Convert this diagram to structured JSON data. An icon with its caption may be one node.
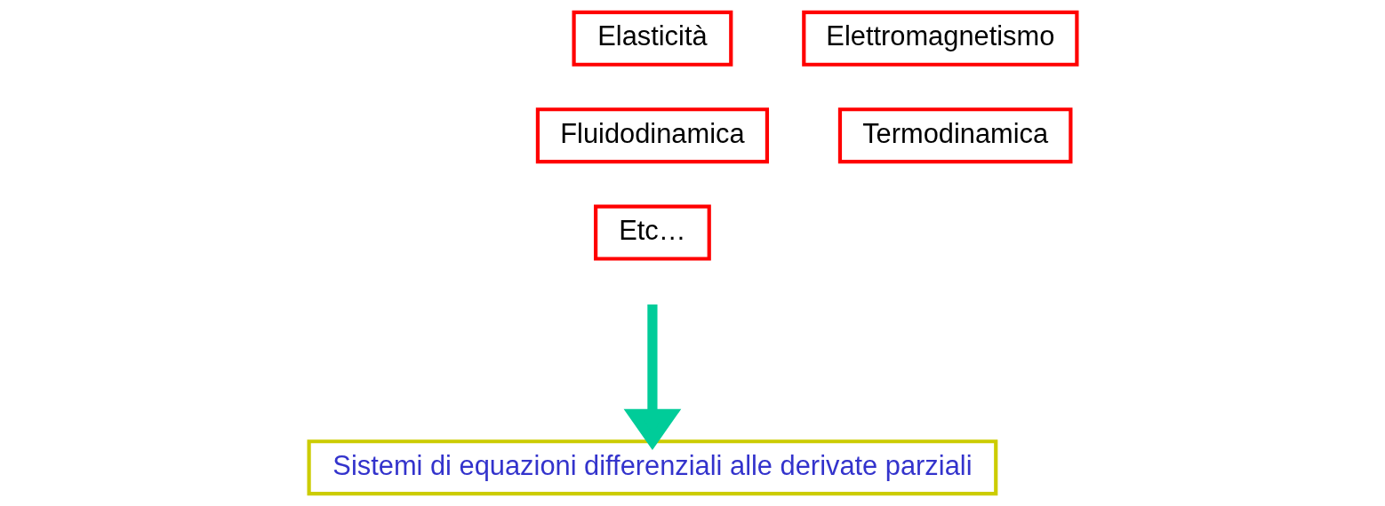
{
  "diagram": {
    "nodes": [
      {
        "text": [
          "Elasticità"
        ]
      },
      {
        "text": [
          "Elettromagnetismo"
        ]
      },
      {
        "text": [
          "Fluidodinamica"
        ]
      },
      {
        "text": [
          "Termodinamica"
        ]
      },
      {
        "text": [
          "Etc…"
        ]
      },
      {
        "text": [
          "Sistemi di equazioni differenziali alle derivate parziali"
        ]
      }
    ],
    "edges": [
      {
        "from": null,
        "to": 5,
        "arrow": "to",
        "color": "#00cc99"
      }
    ]
  }
}
